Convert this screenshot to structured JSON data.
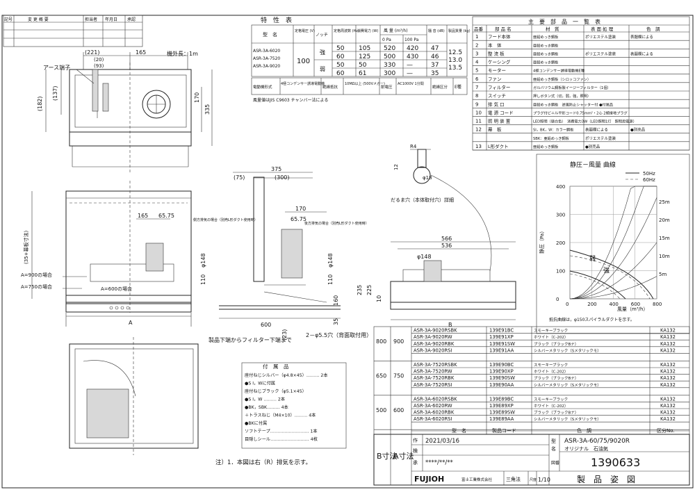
{
  "revision_block": {
    "headers": [
      "記号",
      "変 更 概 要",
      "担当者",
      "年月日",
      "承認"
    ]
  },
  "spec_table": {
    "title": "特　性　表",
    "h_model": "型　名",
    "h_voltage": "定格電圧 (V)",
    "h_notch": "ノッチ",
    "h_freq": "定格周波数 (Hz)",
    "h_power": "消費電力 (W)",
    "h_airflow": "風 量 (m³/h)",
    "h_airflow_0": "0 Pa",
    "h_airflow_100": "100 Pa",
    "h_noise": "騒 音 (dB)",
    "h_mass": "製品質量 (kg)",
    "models": [
      "ASR-3A-6020",
      "ASR-3A-7520",
      "ASR-3A-9020"
    ],
    "voltage": "100",
    "notch_strong": "強",
    "notch_weak": "弱",
    "rows": [
      {
        "freq": "50",
        "power": "105",
        "a0": "520",
        "a100": "420",
        "noise": "47"
      },
      {
        "freq": "60",
        "power": "125",
        "a0": "500",
        "a100": "430",
        "noise": "46"
      },
      {
        "freq": "50",
        "power": "50",
        "a0": "330",
        "a100": "—",
        "noise": "37"
      },
      {
        "freq": "60",
        "power": "61",
        "a0": "300",
        "a100": "—",
        "noise": "35"
      }
    ],
    "masses": [
      "12.5",
      "13.0",
      "13.5"
    ],
    "motor_label": "電動機形式",
    "motor_value": "4極コンデンサー誘導電動機",
    "insulation_label": "絶縁抵抗",
    "insulation_value": "10MΩ以上 (500Vメガー)",
    "withstand_label": "耐電圧",
    "withstand_value": "AC1000V 1分間",
    "class_label": "絶縁区分",
    "class_value": "E種",
    "note": "風量値はJIS C9603 チャンバー法による"
  },
  "parts_table": {
    "title": "主　要　部　品　一　覧　表",
    "headers": [
      "品番",
      "部 品 名",
      "材　質",
      "表 面 処 理",
      "色　調"
    ],
    "rows": [
      {
        "no": "1",
        "name": "フード本体",
        "mat": "亜鉛めっき鋼板",
        "surface": "ポリエステル塗装",
        "color": "表題欄による"
      },
      {
        "no": "2",
        "name": "本　体",
        "mat": "亜鉛めっき鋼板",
        "surface": "",
        "color": ""
      },
      {
        "no": "3",
        "name": "整 流 板",
        "mat": "亜鉛めっき鋼板",
        "surface": "ポリエステル塗装",
        "color": "表題欄による"
      },
      {
        "no": "4",
        "name": "ケーシング",
        "mat": "亜鉛めっき鋼板",
        "surface": "",
        "color": ""
      },
      {
        "no": "5",
        "name": "モーター",
        "mat": "4極コンデンサー誘導電動機E種",
        "surface": "",
        "color": ""
      },
      {
        "no": "6",
        "name": "ファン",
        "mat": "亜鉛めっき鋼板（シロッコファン）",
        "surface": "",
        "color": ""
      },
      {
        "no": "7",
        "name": "フィルター",
        "mat": "ガルバリウム鋼板製イージーフィルター（1個）",
        "surface": "",
        "color": ""
      },
      {
        "no": "8",
        "name": "スイッチ",
        "mat": "押しボタン式（切，弱，強，照明）",
        "surface": "",
        "color": ""
      },
      {
        "no": "9",
        "name": "排 気 口",
        "mat": "亜鉛めっき鋼板　逆風防止シャッター付 ●付属品",
        "surface": "",
        "color": ""
      },
      {
        "no": "10",
        "name": "電 源 コード",
        "mat": "プラグ付ビニル平形コード0.75mm²・2心 2極接地プラグ",
        "surface": "",
        "color": ""
      },
      {
        "no": "11",
        "name": "照 明 装 置",
        "mat": "LED照明（昼白色）　消費電力3W（LED照明1灯　照明用電源）",
        "surface": "",
        "color": ""
      },
      {
        "no": "12a",
        "name": "幕　板",
        "mat": "SI，BK，W：カラー鋼板",
        "surface": "表題欄による",
        "color": "●別売品"
      },
      {
        "no": "12b",
        "name": "",
        "mat": "SBK：亜鉛めっき鋼板",
        "surface": "ポリエステル塗装",
        "color": ""
      },
      {
        "no": "13",
        "name": "L形ダクト",
        "mat": "亜鉛めっき鋼板",
        "surface": "●別売品",
        "color": ""
      }
    ]
  },
  "pq_chart": {
    "title": "静圧－風量 曲線",
    "legend_50": "50Hz",
    "legend_60": "60Hz",
    "ylabel": "静圧（Pa）",
    "xlabel": "風量（m³/h）",
    "yticks": [
      "400",
      "300",
      "200",
      "100",
      "0"
    ],
    "xticks": [
      "0",
      "200",
      "400",
      "600",
      "800"
    ],
    "duct_labels": [
      "25m",
      "20m",
      "15m",
      "10m",
      "5m"
    ],
    "label_strong": "強",
    "label_weak": "弱",
    "footnote": "抵抗曲線は，φ150スパイラルダクトを示す。"
  },
  "dims": {
    "d221": "(221)",
    "d165": "165",
    "d20": "(20)",
    "d93": "(93)",
    "d182": "(182)",
    "d137": "(137)",
    "d170": "170",
    "d335": "335",
    "outside": "機外長：1m",
    "ground": "アース端子",
    "d75": "(75)",
    "d375": "375",
    "d300": "(300)",
    "d165b": "165",
    "d6575": "65.75",
    "d170b": "170",
    "d6575b": "65.75",
    "d148": "φ148",
    "d110": "110",
    "d148b": "φ148",
    "d110b": "110",
    "d160": "160",
    "d35": "35",
    "d600": "600",
    "d23": "(23)",
    "side_exhaust": "側方排気の場合（別売L形ダクト使用時）",
    "rear_exhaust": "後方排気の場合（別売L形ダクト使用時）",
    "d355": "(35+幕板寸法)",
    "a900": "A=900の場合",
    "a750": "A=750の場合",
    "a600": "A=600の場合",
    "dA": "A",
    "filter_note": "製品下端からフィルター下端まで",
    "hole_note": "2－φ5.5穴（背面取付用）",
    "keyhole_r4": "R4",
    "keyhole_12": "12",
    "keyhole_18": "φ18",
    "keyhole_note": "だるま穴（本体取付穴）詳細",
    "d566": "566",
    "d536": "536",
    "d148c": "φ148",
    "d235": "235",
    "d225": "225",
    "d10": "10",
    "dB": "B"
  },
  "accessories": {
    "title": "付　属　品",
    "lines": [
      "座付ねじシルバー（φ4.8×45）……… 2本",
      "●S I，Wに付属",
      "座付ねじブラック（φ5.1×45）",
      "●S I，W ……… 2本",
      "●BK，SBK……… 4本",
      "＋トラスねじ（M4×10）……… 4本",
      "●BKに付属",
      "ソフトテープ……………………… 1本",
      "目隠しシール……………………… 4枚"
    ]
  },
  "note": "注）1．本図は右（R）排気を示す。",
  "variants": {
    "groups": [
      {
        "b": "800",
        "a": "900",
        "items": [
          {
            "model": "ASR-3A-9020RSBK",
            "code": "139E91BC",
            "color": "スモーキーブラック",
            "cls": "KA132"
          },
          {
            "model": "ASR-3A-9020RW",
            "code": "139E91XP",
            "color": "ホワイト（C-202）",
            "cls": "KA132"
          },
          {
            "model": "ASR-3A-9020RBK",
            "code": "139E91SW",
            "color": "ブラック（ブラックBナ）",
            "cls": "KA132"
          },
          {
            "model": "ASR-3A-9020RSI",
            "code": "139E91AA",
            "color": "シルバーメタリック（Sメタリックモ）",
            "cls": "KA132"
          }
        ]
      },
      {
        "b": "650",
        "a": "750",
        "items": [
          {
            "model": "ASR-3A-7520RSBK",
            "code": "139E90BC",
            "color": "スモーキーブラック",
            "cls": "KA132"
          },
          {
            "model": "ASR-3A-7520RW",
            "code": "139E90XP",
            "color": "ホワイト（C-202）",
            "cls": "KA132"
          },
          {
            "model": "ASR-3A-7520RBK",
            "code": "139E90SW",
            "color": "ブラック（ブラックBナ）",
            "cls": "KA132"
          },
          {
            "model": "ASR-3A-7520RSI",
            "code": "139E90AA",
            "color": "シルバーメタリック（Sメタリックモ）",
            "cls": "KA132"
          }
        ]
      },
      {
        "b": "500",
        "a": "600",
        "items": [
          {
            "model": "ASR-3A-6020RSBK",
            "code": "139E89BC",
            "color": "スモーキーブラック",
            "cls": "KA132"
          },
          {
            "model": "ASR-3A-6020RW",
            "code": "139E89XP",
            "color": "ホワイト（C-202）",
            "cls": "KA132"
          },
          {
            "model": "ASR-3A-6020RBK",
            "code": "139E89SW",
            "color": "ブラック（ブラックBナ）",
            "cls": "KA132"
          },
          {
            "model": "ASR-3A-6020RSI",
            "code": "139E89AA",
            "color": "シルバーメタリック（Sメタリックモ）",
            "cls": "KA132"
          }
        ]
      }
    ],
    "h_model": "型　名",
    "h_code": "製品コード",
    "h_color": "色　調",
    "h_cls": "区分No."
  },
  "title_block": {
    "b_dim": "B寸法",
    "a_dim": "A寸法",
    "made": "作",
    "made_date": "2021/03/16",
    "checked": "検",
    "approved": "承",
    "approved_date": "****/**/**",
    "brand": "FUJIOH",
    "company": "富士工業株式会社",
    "projection": "三角法",
    "scale_label": "尺度",
    "scale": "1/10",
    "type_label": "型",
    "type_value": "ASR-3A-60/75/9020R",
    "name_label": "名",
    "name_value": "オリジナル　石油気",
    "drawing_no_label": "図番",
    "drawing_no": "1390633",
    "sheet_title": "製　品　姿　図"
  }
}
